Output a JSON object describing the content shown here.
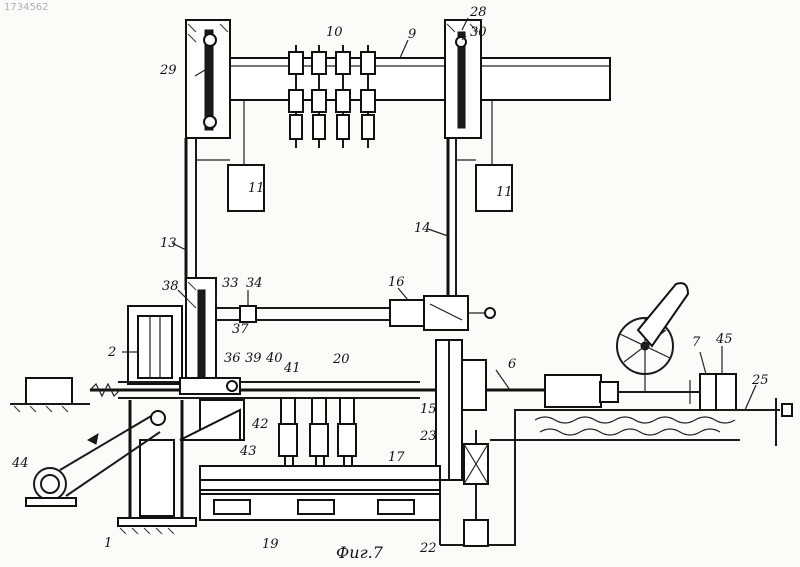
{
  "watermark": "1734562",
  "caption": "Фиг.7",
  "labels": {
    "l1": "1",
    "l2": "2",
    "l6": "6",
    "l7": "7",
    "l9": "9",
    "l10": "10",
    "l11a": "11",
    "l11b": "11",
    "l13": "13",
    "l14": "14",
    "l15": "15",
    "l16": "16",
    "l17": "17",
    "l19": "19",
    "l20": "20",
    "l22": "22",
    "l23": "23",
    "l25": "25",
    "l28": "28",
    "l29": "29",
    "l30": "30",
    "l33": "33",
    "l34": "34",
    "l36": "36",
    "l37": "37",
    "l38": "38",
    "l39": "39",
    "l40": "40",
    "l41": "41",
    "l42": "42",
    "l43": "43",
    "l44": "44",
    "l45": "45"
  }
}
